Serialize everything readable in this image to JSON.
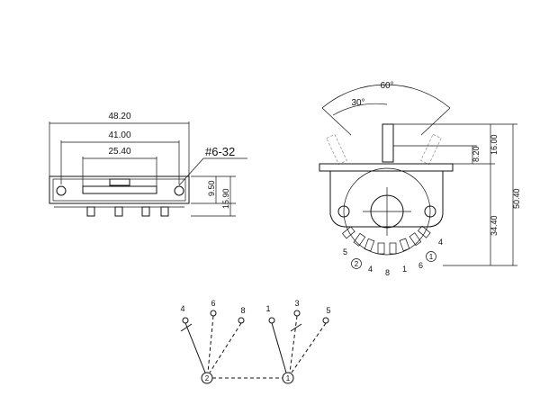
{
  "side_view": {
    "dim_overall": "48.20",
    "dim_mount": "41.00",
    "dim_slot": "25.40",
    "thread_label": "#6-32",
    "dim_height_small": "9.50",
    "dim_height_total": "15.90"
  },
  "front_view": {
    "angle_total": "60°",
    "angle_step": "30°",
    "dim_shaft": "8.20",
    "dim_lever": "16.00",
    "dim_body": "34.40",
    "dim_total": "50.40",
    "terminal_numbers": [
      "5",
      "4",
      "1",
      "8",
      "6",
      "4"
    ],
    "common_left": "2",
    "common_right": "1"
  },
  "schematic": {
    "left_group": {
      "terminals": [
        "4",
        "6",
        "8"
      ],
      "common": "2"
    },
    "right_group": {
      "terminals": [
        "1",
        "3",
        "5"
      ],
      "common": "1"
    }
  }
}
